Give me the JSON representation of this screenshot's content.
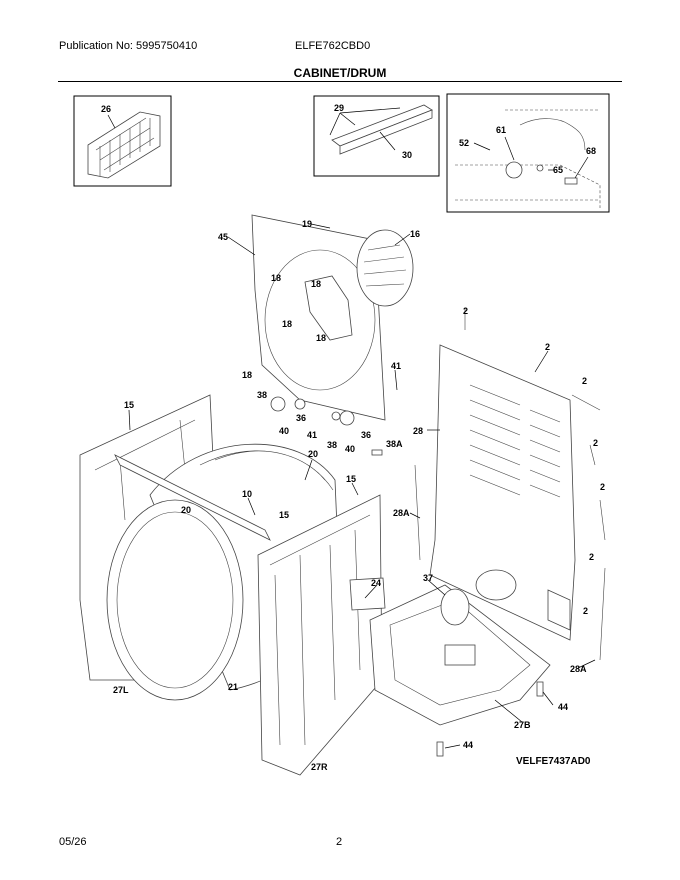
{
  "header": {
    "publication": "Publication No: 5995750410",
    "model": "ELFE762CBD0",
    "title": "CABINET/DRUM"
  },
  "diagram": {
    "drawing_code": "VELFE7437AD0",
    "callouts": [
      "26",
      "29",
      "30",
      "61",
      "52",
      "65",
      "68",
      "19",
      "45",
      "16",
      "18",
      "18",
      "18",
      "18",
      "18",
      "2",
      "2",
      "2",
      "2",
      "2",
      "2",
      "2",
      "41",
      "38",
      "36",
      "40",
      "36",
      "41",
      "38",
      "40",
      "38A",
      "28",
      "15",
      "20",
      "10",
      "20",
      "15",
      "15",
      "28A",
      "24",
      "37",
      "27L",
      "21",
      "27R",
      "27B",
      "28A",
      "44",
      "44"
    ]
  },
  "footer": {
    "date": "05/26",
    "page": "2"
  }
}
